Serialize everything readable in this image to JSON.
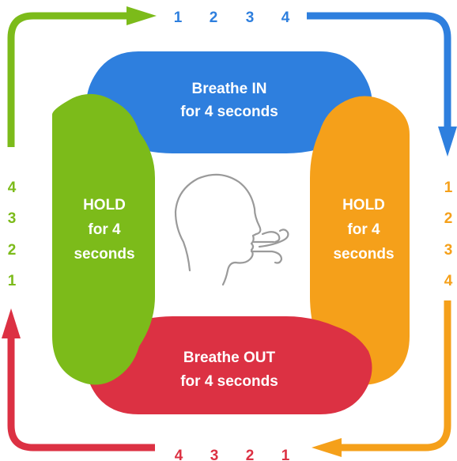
{
  "panels": {
    "top": {
      "line1": "Breathe IN",
      "line2": "for 4 seconds",
      "color": "#2e7fde"
    },
    "right": {
      "line1": "HOLD",
      "line2": "for 4",
      "line3": "seconds",
      "color": "#f5a01a"
    },
    "bottom": {
      "line1": "Breathe OUT",
      "line2": "for 4 seconds",
      "color": "#dc3143"
    },
    "left": {
      "line1": "HOLD",
      "line2": "for 4",
      "line3": "seconds",
      "color": "#7cbb1a"
    }
  },
  "counts": {
    "top": [
      "1",
      "2",
      "3",
      "4"
    ],
    "right": [
      "1",
      "2",
      "3",
      "4"
    ],
    "bottom": [
      "4",
      "3",
      "2",
      "1"
    ],
    "left": [
      "4",
      "3",
      "2",
      "1"
    ]
  },
  "icon": {
    "name": "exhaling-head-icon",
    "color": "#9a9a9a"
  }
}
